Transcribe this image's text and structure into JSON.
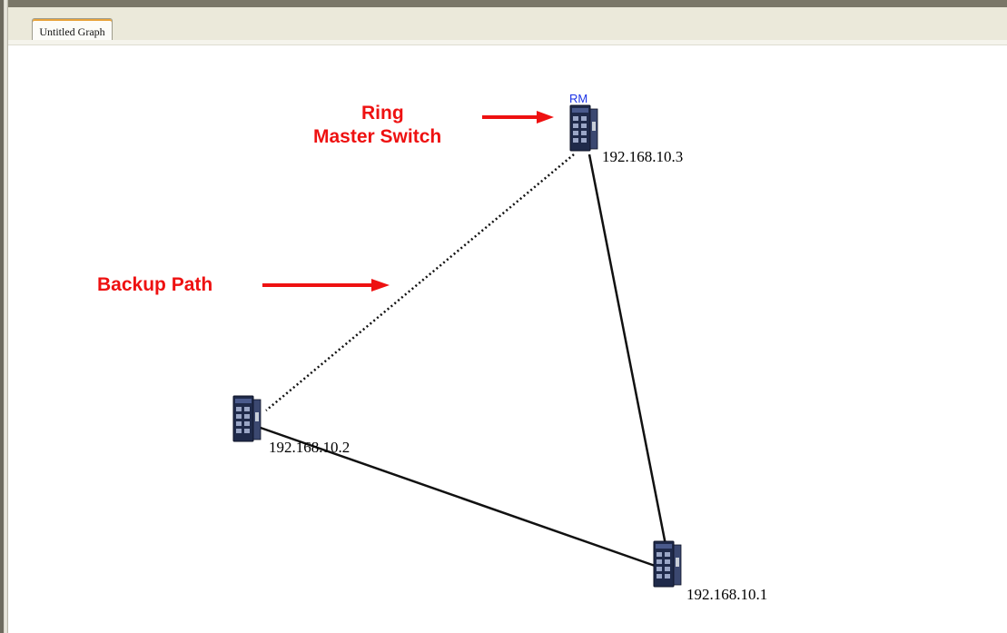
{
  "tabs": [
    {
      "label": "Untitled Graph",
      "active": true
    }
  ],
  "graph": {
    "nodes": [
      {
        "id": "sw3",
        "ip": "192.168.10.3",
        "role_badge": "RM"
      },
      {
        "id": "sw2",
        "ip": "192.168.10.2"
      },
      {
        "id": "sw1",
        "ip": "192.168.10.1"
      }
    ],
    "links": [
      {
        "from": "sw3",
        "to": "sw2",
        "style": "dotted",
        "meaning": "backup"
      },
      {
        "from": "sw3",
        "to": "sw1",
        "style": "solid"
      },
      {
        "from": "sw2",
        "to": "sw1",
        "style": "solid"
      }
    ]
  },
  "annotations": {
    "ring_master_line1": "Ring",
    "ring_master_line2": "Master Switch",
    "backup_path": "Backup Path"
  },
  "colors": {
    "annotation": "#ee1111",
    "rm_badge": "#1c33e6",
    "link": "#111111",
    "switch_body": "#1f2a4a"
  },
  "icons": {
    "switch": "industrial-ethernet-switch-icon",
    "arrow": "right-arrow-icon"
  }
}
